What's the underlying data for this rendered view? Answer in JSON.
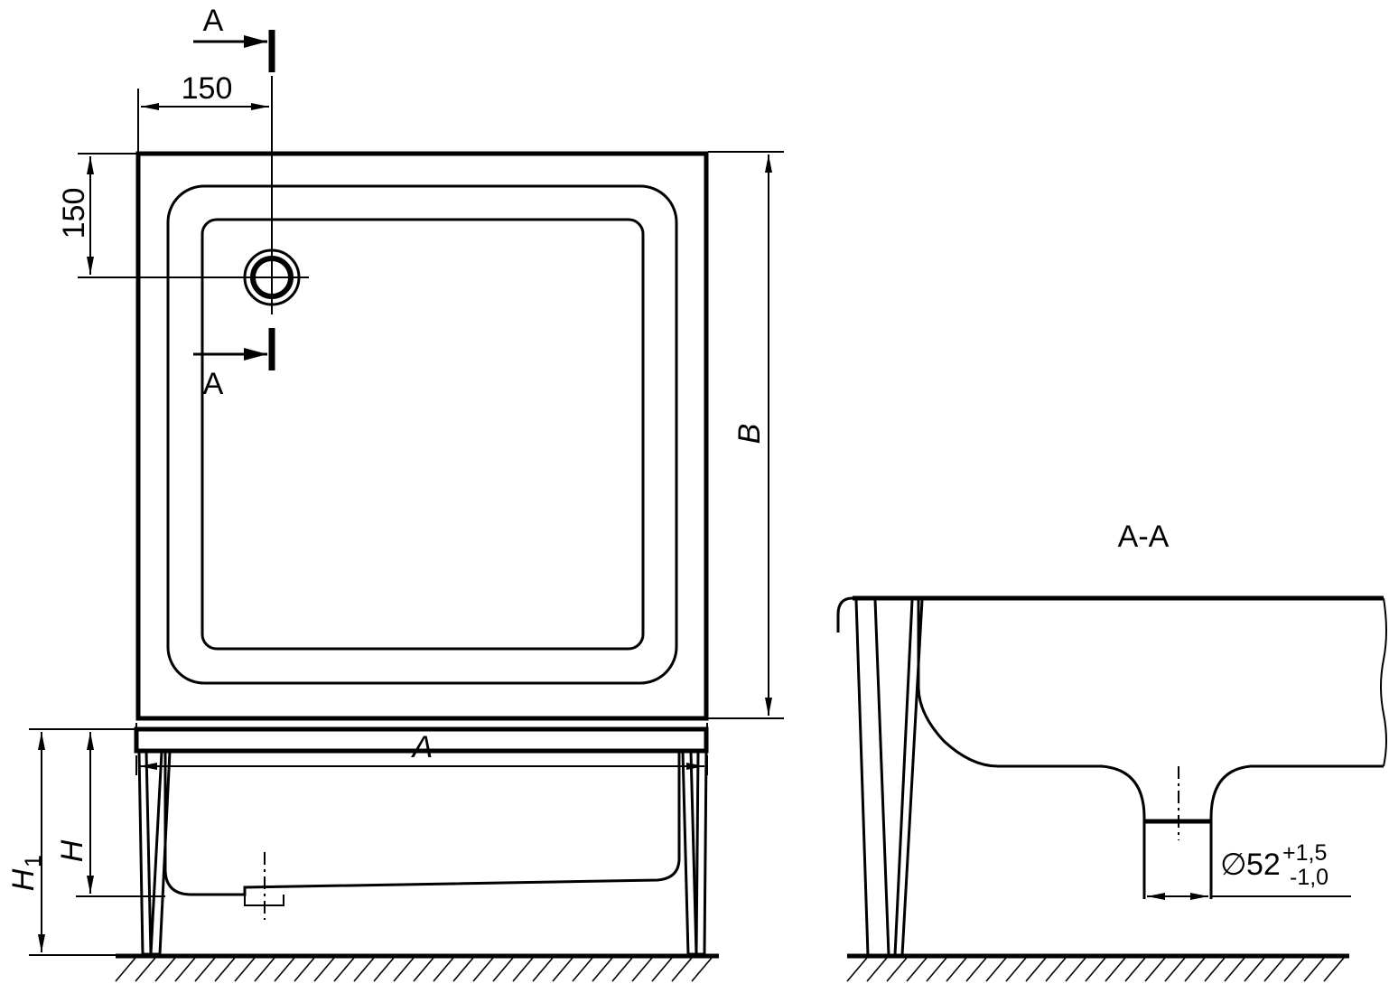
{
  "plan_view": {
    "section_mark_top": "A",
    "section_mark_bottom": "A",
    "dim_drain_x": "150",
    "dim_drain_y": "150",
    "dim_width_label": "A",
    "dim_length_label": "B"
  },
  "side_view": {
    "dim_height_label": "H",
    "dim_total_height_label": "H",
    "dim_total_height_subscript": "1"
  },
  "section_view": {
    "title": "A-A",
    "drain_diameter_symbol": "∅",
    "drain_diameter_value": "52",
    "tolerance_upper": "+1,5",
    "tolerance_lower": "-1,0"
  },
  "colors": {
    "lines": "#000000",
    "background": "#ffffff"
  }
}
